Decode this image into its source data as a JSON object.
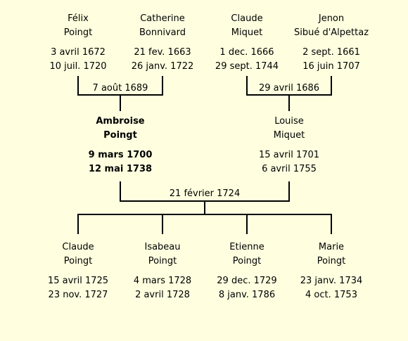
{
  "grandparents": [
    {
      "first": "Félix",
      "last": "Poingt",
      "born": "3 avril 1672",
      "died": "10 juil. 1720"
    },
    {
      "first": "Catherine",
      "last": "Bonnivard",
      "born": "21 fev. 1663",
      "died": "26 janv. 1722"
    },
    {
      "first": "Claude",
      "last": "Miquet",
      "born": "1 dec. 1666",
      "died": "29 sept. 1744"
    },
    {
      "first": "Jenon",
      "last": "Sibué d'Alpettaz",
      "born": "2 sept. 1661",
      "died": "16 juin 1707"
    }
  ],
  "grandparent_marriages": [
    "7 août 1689",
    "29 avril 1686"
  ],
  "parents": [
    {
      "first": "Ambroise",
      "last": "Poingt",
      "born": "9 mars 1700",
      "died": "12 mai 1738"
    },
    {
      "first": "Louise",
      "last": "Miquet",
      "born": "15 avril 1701",
      "died": "6 avril 1755"
    }
  ],
  "parent_marriage": "21 février 1724",
  "children": [
    {
      "first": "Claude",
      "last": "Poingt",
      "born": "15 avril 1725",
      "died": "23 nov. 1727"
    },
    {
      "first": "Isabeau",
      "last": "Poingt",
      "born": "4 mars 1728",
      "died": "2 avril 1728"
    },
    {
      "first": "Etienne",
      "last": "Poingt",
      "born": "29 dec. 1729",
      "died": "8 janv. 1786"
    },
    {
      "first": "Marie",
      "last": "Poingt",
      "born": "23 janv. 1734",
      "died": "4 oct. 1753"
    }
  ]
}
